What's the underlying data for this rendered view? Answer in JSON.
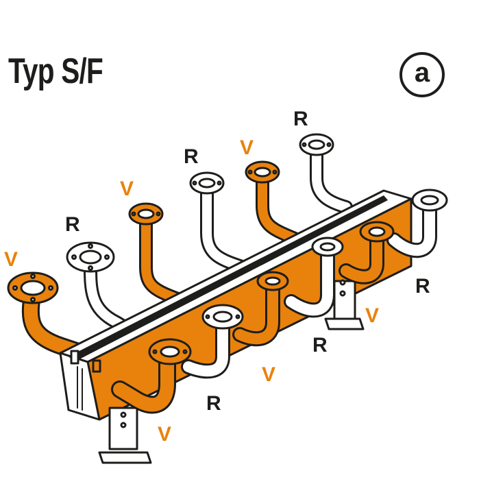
{
  "title": "Typ S/F",
  "badge": "a",
  "labels": {
    "supply": "V",
    "return": "R"
  },
  "colors": {
    "supply": "#e8820c",
    "return": "#ffffff",
    "outline": "#1d1d1b",
    "supply_label": "#e8820c",
    "return_label": "#1d1d1b"
  }
}
